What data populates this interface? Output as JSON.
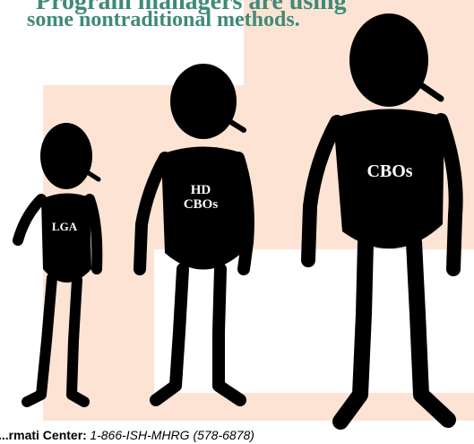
{
  "heading": {
    "top_partial": "Program managers are using",
    "line2": "some nontraditional methods."
  },
  "figures": [
    {
      "id": "lga",
      "label": "LGA"
    },
    {
      "id": "hd-cbos",
      "label": "HD CBOs"
    },
    {
      "id": "cbos",
      "label": "CBOs"
    }
  ],
  "footer": {
    "label": "...rmati Center:",
    "number": "1-866-ISH-MHRG (578-6878)"
  },
  "colors": {
    "peach": "#fde3d4",
    "heading": "#3f8a76",
    "figure": "#000000"
  }
}
